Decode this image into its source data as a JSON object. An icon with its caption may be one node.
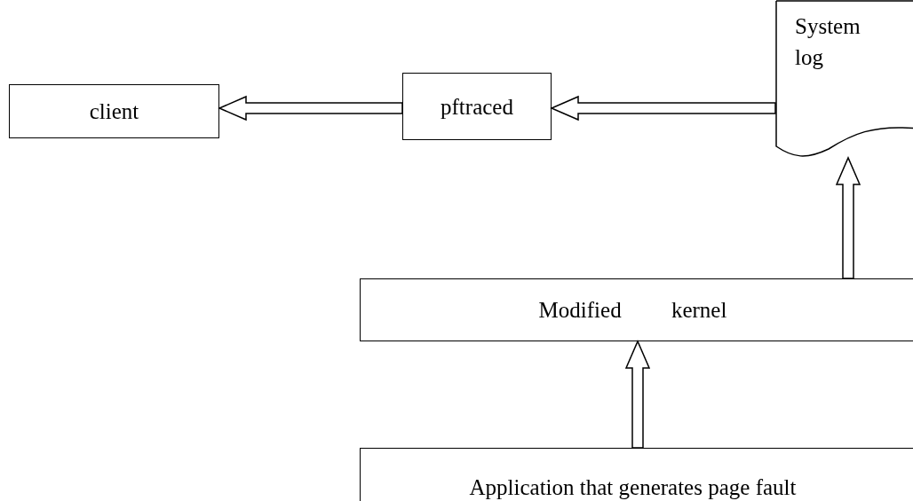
{
  "diagram": {
    "nodes": [
      {
        "text": [
          "client"
        ]
      },
      {
        "text": [
          "pftraced"
        ]
      },
      {
        "text": [
          "System log"
        ]
      },
      {
        "text": [
          "Modified kernel"
        ]
      },
      {
        "text": [
          "Application that generates page fault"
        ]
      }
    ],
    "edges": [
      {
        "from": 1,
        "to": 0,
        "arrow": "to"
      },
      {
        "from": 2,
        "to": 1,
        "arrow": "to"
      },
      {
        "from": 3,
        "to": 2,
        "arrow": "to"
      },
      {
        "from": 4,
        "to": 3,
        "arrow": "to"
      }
    ]
  }
}
